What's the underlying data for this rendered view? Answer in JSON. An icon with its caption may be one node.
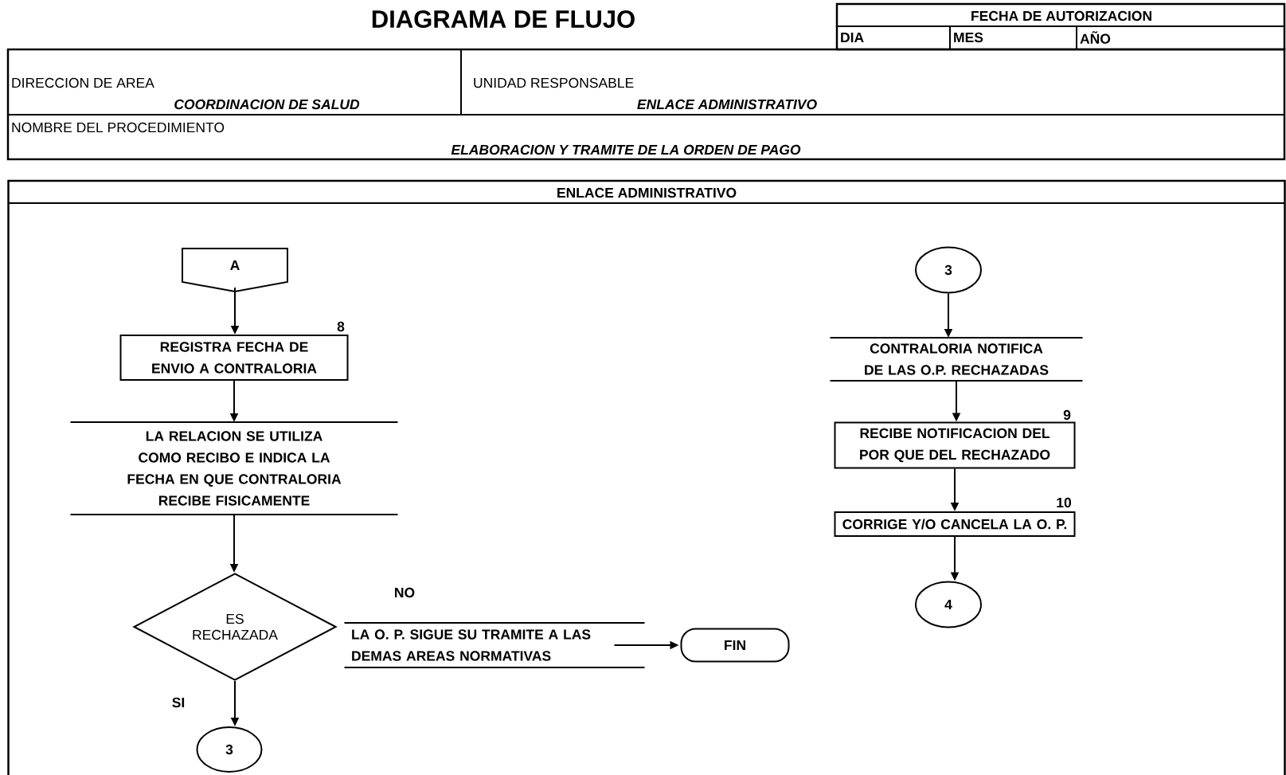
{
  "diagram": {
    "title": "DIAGRAMA DE FLUJO",
    "nodes": [
      {
        "text": [
          "ENLACE   ADMINISTRATIVO"
        ]
      },
      {
        "text": [
          "A"
        ],
        "in": 0
      },
      {
        "text": [
          "REGISTRA FECHA DE ENVIO A CONTRALORIA"
        ],
        "beside": [
          "8"
        ],
        "in": 0
      },
      {
        "text": [
          "LA RELACION SE UTILIZA COMO RECIBO E INDICA LA FECHA EN QUE CONTRALORIA RECIBE FISICAMENTE"
        ],
        "in": 0
      },
      {
        "text": [
          "ES RECHAZADA"
        ],
        "in": 0
      },
      {
        "text": [
          "LA O. P. SIGUE SU TRAMITE A LAS DEMAS AREAS NORMATIVAS"
        ],
        "in": 0
      },
      {
        "text": [
          "FIN"
        ],
        "in": 0
      },
      {
        "text": [
          "3"
        ],
        "in": 0
      },
      {
        "text": [
          "3"
        ],
        "in": 0
      },
      {
        "text": [
          "CONTRALORIA NOTIFICA DE LAS O.P. RECHAZADAS"
        ],
        "in": 0
      },
      {
        "text": [
          "RECIBE NOTIFICACION DEL POR QUE DEL RECHAZADO"
        ],
        "beside": [
          "9"
        ],
        "in": 0
      },
      {
        "text": [
          "CORRIGE Y/O CANCELA LA O. P."
        ],
        "beside": [
          "10"
        ],
        "in": 0
      },
      {
        "text": [
          "4"
        ],
        "in": 0
      }
    ],
    "edges": [
      {
        "from": 1,
        "to": 2,
        "arrow": "to"
      },
      {
        "from": 2,
        "to": 3,
        "arrow": "to"
      },
      {
        "from": 3,
        "to": 4,
        "arrow": "to"
      },
      {
        "from": 4,
        "to": 7,
        "arrow": "to",
        "label": "SI"
      },
      {
        "from": 5,
        "to": 6,
        "arrow": "to"
      },
      {
        "from": 8,
        "to": 9,
        "arrow": "to"
      },
      {
        "from": 9,
        "to": 10,
        "arrow": "to"
      },
      {
        "from": 10,
        "to": 11,
        "arrow": "to"
      },
      {
        "from": 11,
        "to": 12,
        "arrow": "to"
      }
    ],
    "labels": [
      "FECHA DE AUTORIZACION",
      "DIA",
      "MES",
      "AÑO",
      "DIRECCION DE AREA",
      "COORDINACION  DE  SALUD",
      "UNIDAD RESPONSABLE",
      "ENLACE ADMINISTRATIVO",
      "NOMBRE DEL PROCEDIMIENTO",
      "ELABORACION Y TRAMITE DE LA ORDEN DE PAGO",
      "NO"
    ]
  }
}
